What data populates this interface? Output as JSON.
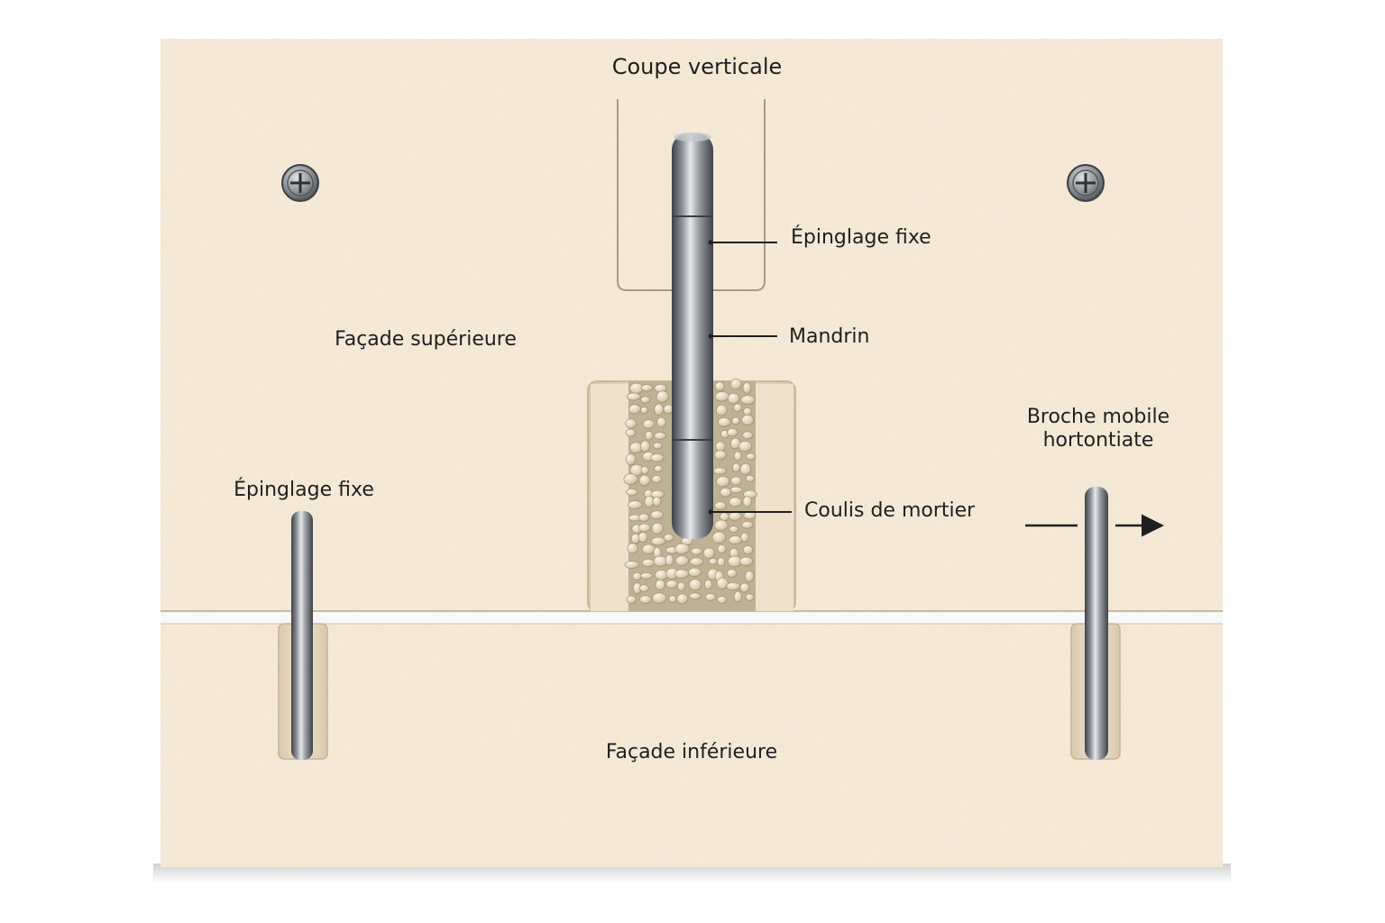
{
  "diagram": {
    "title": "Coupe verticale",
    "upper_panel_label": "Façade supérieure",
    "lower_panel_label": "Façade inférieure",
    "callouts": {
      "pin_top": "Épinglage fixe",
      "mandrel": "Mandrin",
      "mortar": "Coulis de mortier",
      "pin_left": "Épinglage fixe",
      "movable_line1": "Broche mobile",
      "movable_line2": "hortontiate"
    }
  },
  "colors": {
    "stone": "#f3e6d2",
    "stone_speckle": "#e3c79c",
    "steel_dark": "#4a4d52",
    "steel_light": "#d9dcdf",
    "gravel": "#d8cdb4",
    "label_text": "#1f1f1f"
  },
  "icons": [
    "screw-icon-left",
    "screw-icon-right",
    "arrow-left-icon",
    "arrow-right-icon"
  ]
}
